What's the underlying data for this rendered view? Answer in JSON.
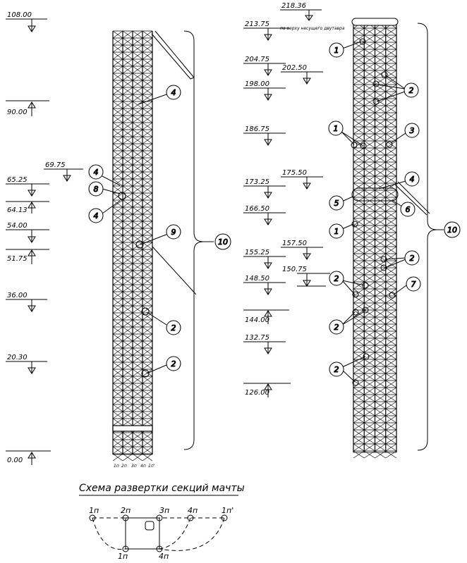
{
  "left_levels": [
    {
      "label": "108.00",
      "type": "down"
    },
    {
      "label": "90.00",
      "type": "up"
    },
    {
      "label": "69.75",
      "type": "down"
    },
    {
      "label": "65.25",
      "type": "down"
    },
    {
      "label": "64.13",
      "type": "up"
    },
    {
      "label": "54.00",
      "type": "down"
    },
    {
      "label": "51.75",
      "type": "up"
    },
    {
      "label": "36.00",
      "type": "down"
    },
    {
      "label": "20.30",
      "type": "down"
    },
    {
      "label": "0.00",
      "type": "up"
    }
  ],
  "right_levels": [
    {
      "label": "218.36",
      "type": "down"
    },
    {
      "label": "213.75",
      "type": "down"
    },
    {
      "label": "204.75",
      "type": "down"
    },
    {
      "label": "202.50",
      "type": "down"
    },
    {
      "label": "198.00",
      "type": "down"
    },
    {
      "label": "186.75",
      "type": "down"
    },
    {
      "label": "175.50",
      "type": "down"
    },
    {
      "label": "173.25",
      "type": "down"
    },
    {
      "label": "166.50",
      "type": "down"
    },
    {
      "label": "157.50",
      "type": "down"
    },
    {
      "label": "155.25",
      "type": "down"
    },
    {
      "label": "150.75",
      "type": "down"
    },
    {
      "label": "148.50",
      "type": "down"
    },
    {
      "label": "144.00",
      "type": "up"
    },
    {
      "label": "132.75",
      "type": "down"
    },
    {
      "label": "126.00",
      "type": "up"
    }
  ],
  "top_note": "по верху несущего двутавра",
  "left_callouts": [
    "4",
    "4",
    "8",
    "4",
    "9",
    "2",
    "2",
    "10"
  ],
  "right_callouts": [
    "1",
    "2",
    "1",
    "3",
    "4",
    "5",
    "6",
    "1",
    "2",
    "2",
    "7",
    "2",
    "2",
    "10"
  ],
  "panel_labels": [
    "1п",
    "2п",
    "3п",
    "4п",
    "1п'"
  ],
  "scheme_title": "Схема развертки секций мачты",
  "scheme_top_labels": [
    "1п",
    "2п",
    "3п",
    "4п",
    "1п'"
  ],
  "scheme_bottom_labels": [
    "1п",
    "4п"
  ]
}
